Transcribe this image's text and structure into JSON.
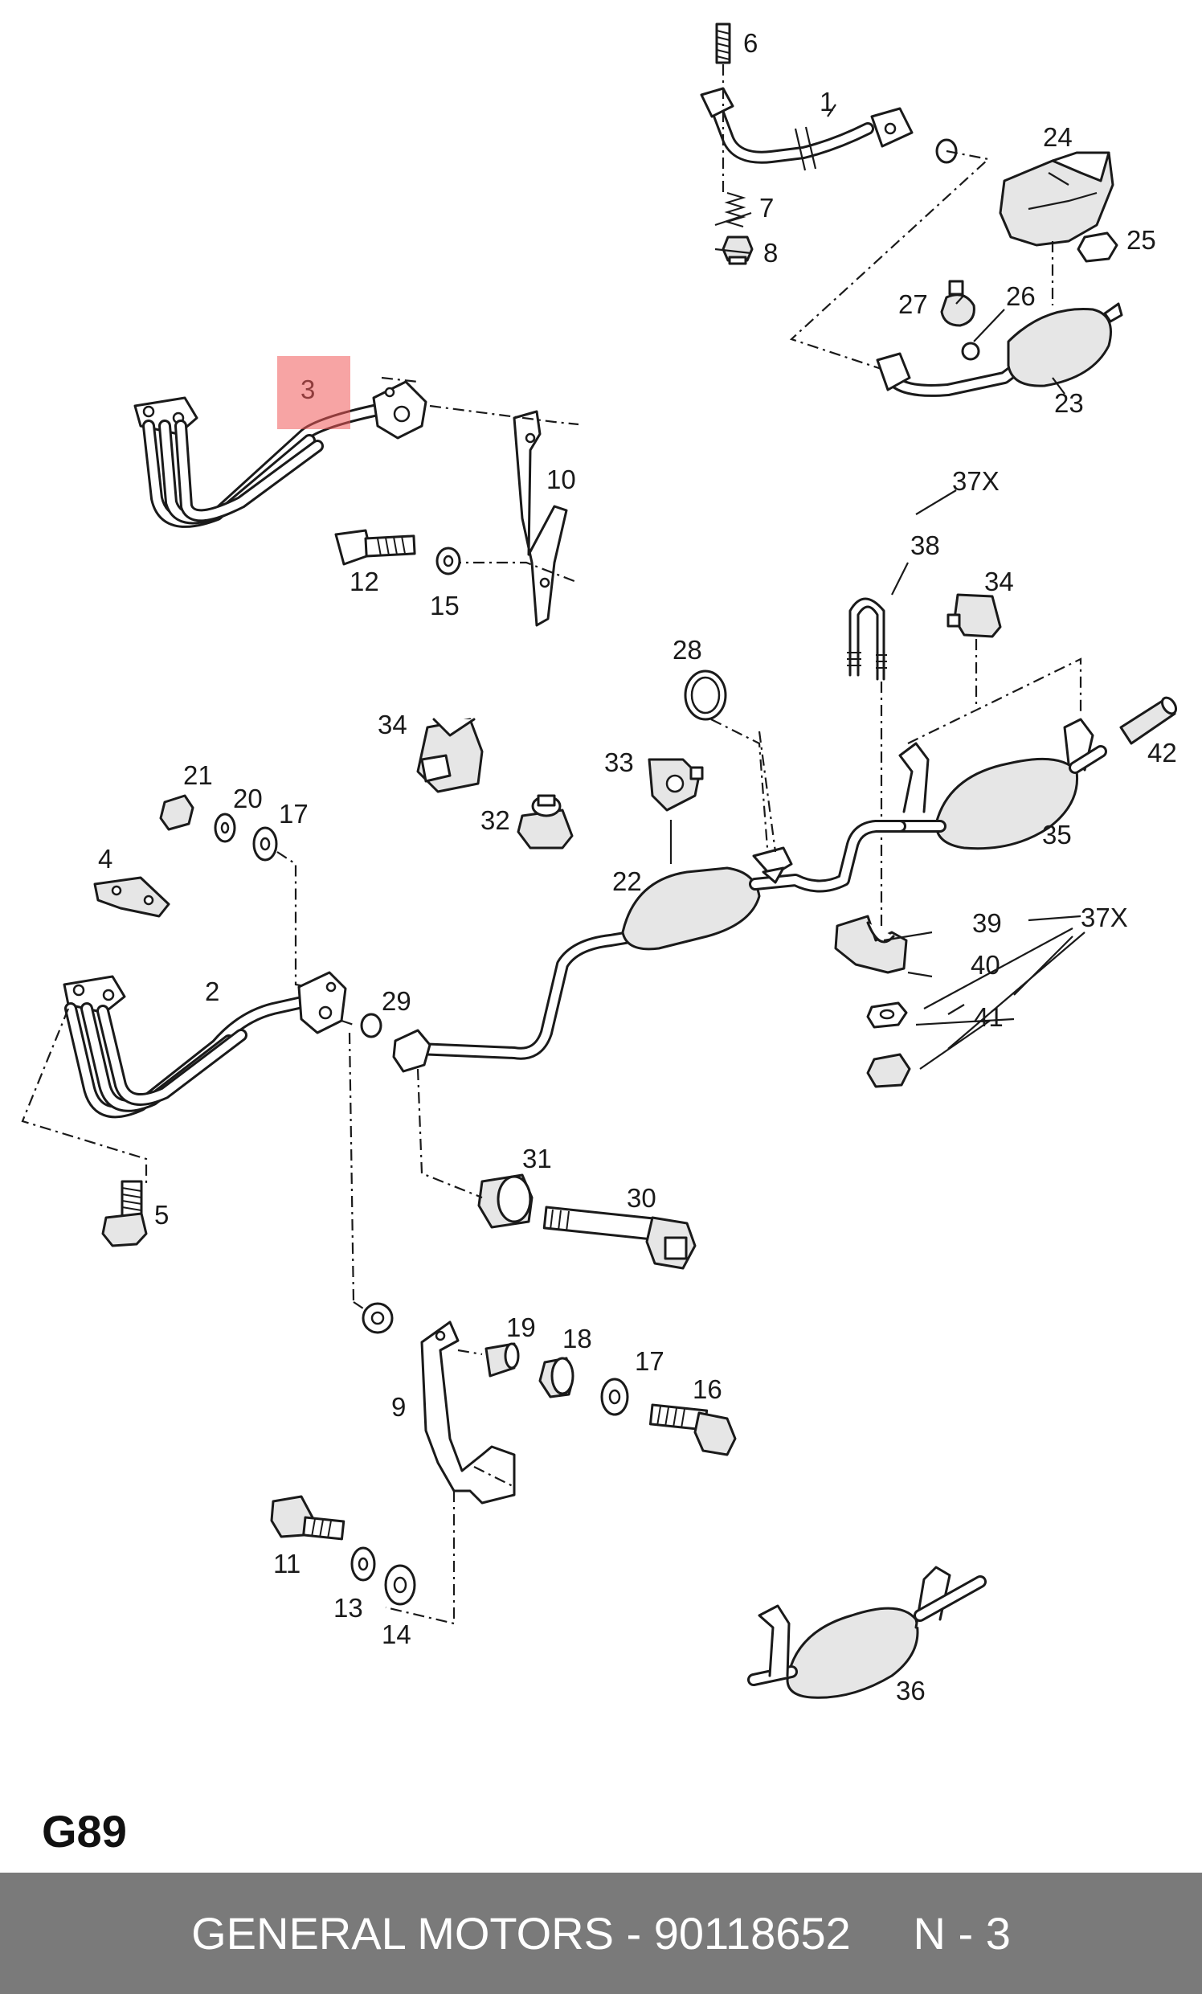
{
  "diagram": {
    "page_code": "G89",
    "highlighted_label": "3",
    "callouts": {
      "p1": "1",
      "p2": "2",
      "p3": "3",
      "p4": "4",
      "p5": "5",
      "p6": "6",
      "p7": "7",
      "p8": "8",
      "p9": "9",
      "p10": "10",
      "p11": "11",
      "p12": "12",
      "p13": "13",
      "p14": "14",
      "p15": "15",
      "p16": "16",
      "p17a": "17",
      "p17b": "17",
      "p18": "18",
      "p19": "19",
      "p20": "20",
      "p21": "21",
      "p22": "22",
      "p23": "23",
      "p24": "24",
      "p25": "25",
      "p26": "26",
      "p27": "27",
      "p28": "28",
      "p29": "29",
      "p30": "30",
      "p31": "31",
      "p32": "32",
      "p33": "33",
      "p34a": "34",
      "p34b": "34",
      "p35": "35",
      "p36": "36",
      "p37xa": "37X",
      "p37xb": "37X",
      "p38": "38",
      "p39": "39",
      "p40": "40",
      "p41": "41",
      "p42": "42"
    }
  },
  "footer": {
    "text": "GENERAL MOTORS - 90118652     N - 3",
    "background": "#7a7a7a"
  },
  "highlight_color": "#f05a5a"
}
